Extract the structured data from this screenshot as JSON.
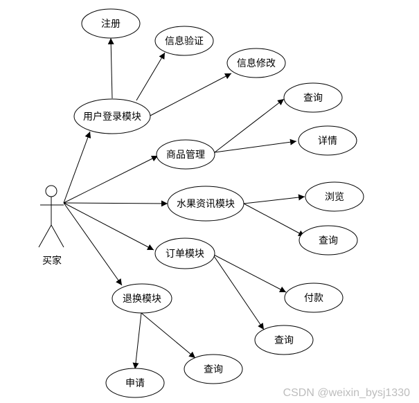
{
  "actor": {
    "label": "买家"
  },
  "nodes": [
    {
      "id": "register",
      "label": "注册"
    },
    {
      "id": "verify",
      "label": "信息验证"
    },
    {
      "id": "modify",
      "label": "信息修改"
    },
    {
      "id": "login",
      "label": "用户登录模块"
    },
    {
      "id": "goods",
      "label": "商品管理"
    },
    {
      "id": "g-query",
      "label": "查询"
    },
    {
      "id": "g-detail",
      "label": "详情"
    },
    {
      "id": "fruit",
      "label": "水果资讯模块"
    },
    {
      "id": "f-browse",
      "label": "浏览"
    },
    {
      "id": "f-query",
      "label": "查询"
    },
    {
      "id": "order",
      "label": "订单模块"
    },
    {
      "id": "o-pay",
      "label": "付款"
    },
    {
      "id": "o-query",
      "label": "查询"
    },
    {
      "id": "refund",
      "label": "退换模块"
    },
    {
      "id": "r-apply",
      "label": "申请"
    },
    {
      "id": "r-query",
      "label": "查询"
    }
  ],
  "watermark": "CSDN @weixin_bysj1330"
}
